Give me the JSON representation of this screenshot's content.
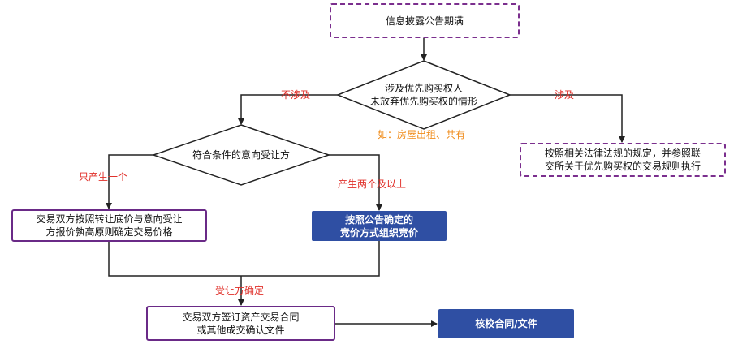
{
  "nodes": {
    "start": "信息披露公告期满",
    "decision_priority": [
      "涉及优先购买权人",
      "未放弃优先购买权的情形"
    ],
    "decision_priority_note": "如：房屋出租、共有",
    "rule_box": [
      "按照相关法律法规的规定，并参照联",
      "交所关于优先购买权的交易规则执行"
    ],
    "decision_transferee": "符合条件的意向受让方",
    "negotiate_box": [
      "交易双方按照转让底价与意向受让",
      "方报价孰高原则确定交易价格"
    ],
    "auction_box": [
      "按照公告确定的",
      "竞价方式组织竞价"
    ],
    "contract_box": [
      "交易双方签订资产交易合同",
      "或其他成交确认文件"
    ],
    "verify_box": "核校合同/文件"
  },
  "labels": {
    "not_involved": "不涉及",
    "involved": "涉及",
    "only_one": "只产生一个",
    "two_or_more": "产生两个及以上",
    "transferor_confirm": "受让方确定"
  }
}
